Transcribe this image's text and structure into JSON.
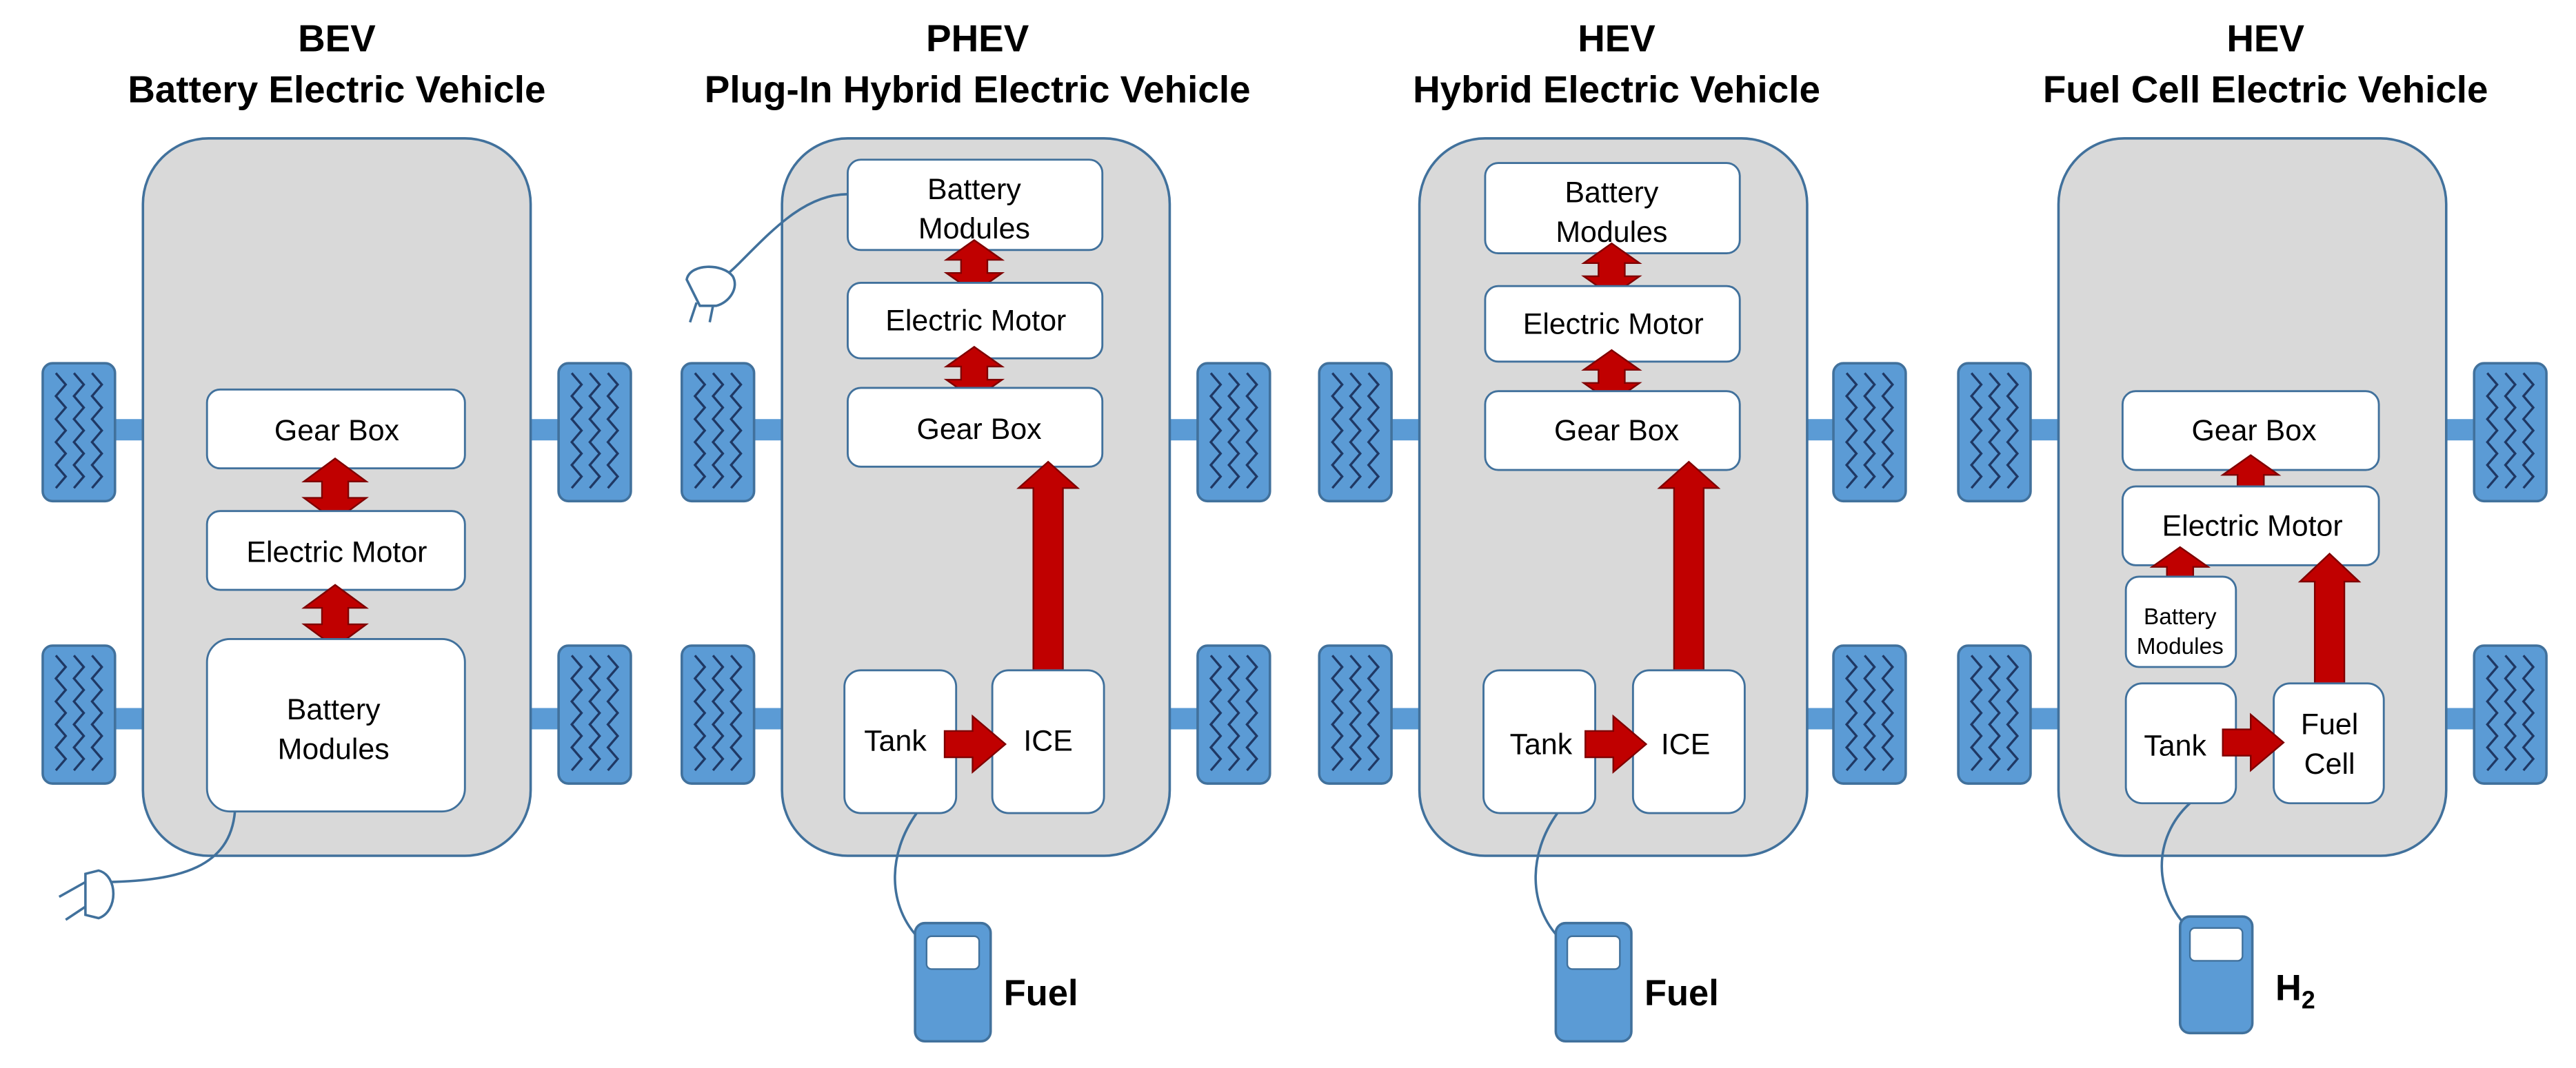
{
  "colors": {
    "body_fill": "#d9d9d9",
    "body_stroke": "#41719c",
    "box_fill": "#ffffff",
    "box_stroke": "#41719c",
    "wheel_fill": "#5b9bd5",
    "axle": "#5b9bd5",
    "arrow_fill": "#c00000",
    "arrow_stroke": "#7f0000",
    "cable": "#41719c",
    "pump_fill": "#5b9bd5"
  },
  "icons": [
    "plug-icon",
    "fuel-pump-icon",
    "wheel-tread"
  ],
  "vehicles": [
    {
      "abbr": "BEV",
      "name": "Battery Electric Vehicle",
      "gear_box": "Gear Box",
      "electric_motor": "Electric Motor",
      "battery": [
        "Battery",
        "Modules"
      ]
    },
    {
      "abbr": "PHEV",
      "name": "Plug-In Hybrid Electric Vehicle",
      "battery": [
        "Battery",
        "Modules"
      ],
      "electric_motor": "Electric Motor",
      "gear_box": "Gear Box",
      "tank": "Tank",
      "engine": "ICE",
      "fuel_label": "Fuel"
    },
    {
      "abbr": "HEV",
      "name": "Hybrid Electric Vehicle",
      "battery": [
        "Battery",
        "Modules"
      ],
      "electric_motor": "Electric Motor",
      "gear_box": "Gear Box",
      "tank": "Tank",
      "engine": "ICE",
      "fuel_label": "Fuel"
    },
    {
      "abbr": "HEV",
      "name": "Fuel Cell Electric Vehicle",
      "gear_box": "Gear Box",
      "electric_motor": "Electric Motor",
      "battery": [
        "Battery",
        "Modules"
      ],
      "tank": "Tank",
      "fuel_cell": [
        "Fuel",
        "Cell"
      ],
      "fuel_label_main": "H",
      "fuel_label_sub": "2"
    }
  ]
}
